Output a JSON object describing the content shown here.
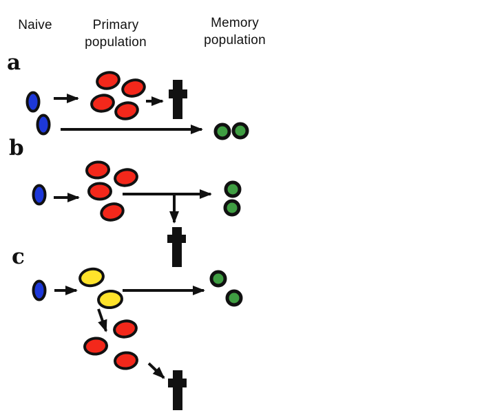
{
  "headers": {
    "naive": "Naive",
    "primary": "Primary\npopulation",
    "memory": "Memory\npopulation"
  },
  "panels": [
    {
      "label": "a",
      "naive_cells": 2,
      "effector_cells": 4,
      "precursor_cells": 0,
      "memory_cells": 2,
      "death_crosses": 1
    },
    {
      "label": "b",
      "naive_cells": 1,
      "effector_cells": 4,
      "precursor_cells": 0,
      "memory_cells": 2,
      "death_crosses": 1
    },
    {
      "label": "c",
      "naive_cells": 1,
      "effector_cells": 3,
      "precursor_cells": 2,
      "memory_cells": 2,
      "death_crosses": 1
    }
  ],
  "colors": {
    "naive_cell": "#1d38d9",
    "effector_cell": "#f3281b",
    "memory_cell": "#3f9e42",
    "precursor_cell": "#ffe32b",
    "ink": "#111111",
    "background": "#ffffff"
  }
}
